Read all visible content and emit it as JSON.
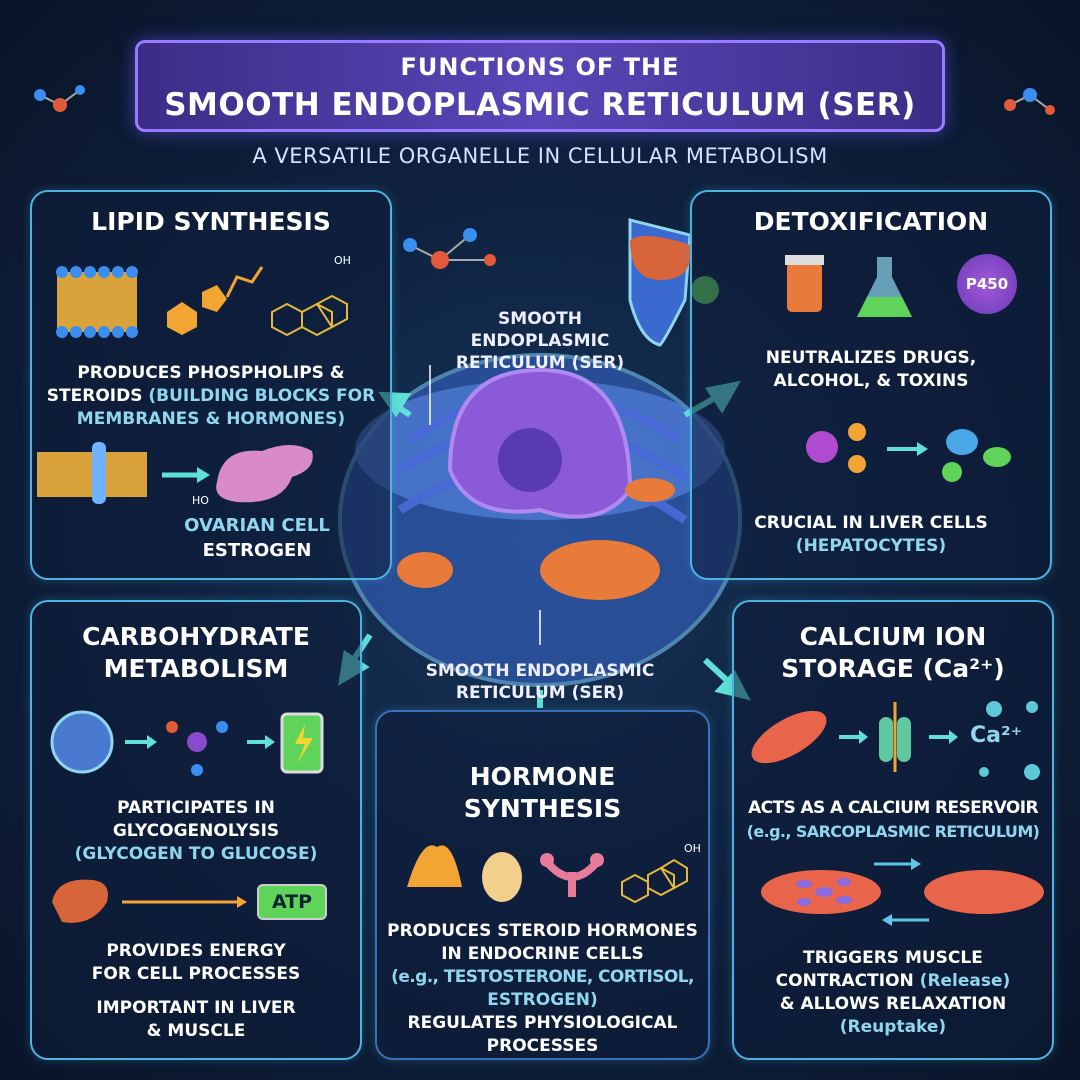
{
  "header": {
    "title_line1": "FUNCTIONS OF THE",
    "title_line2": "SMOOTH ENDOPLASMIC RETICULUM (SER)",
    "subtitle": "A VERSATILE ORGANELLE IN CELLULAR METABOLISM"
  },
  "center": {
    "label_top": "SMOOTH ENDOPLASMIC RETICULUM (SER)",
    "label_bottom": "SMOOTH ENDOPLASMIC RETICULUM (SER)"
  },
  "panels": {
    "lipid": {
      "title": "LIPID SYNTHESIS",
      "text1": "PRODUCES PHOSPHOLIPS &",
      "text2a": "STEROIDS ",
      "text2b": "(BUILDING BLOCKS FOR",
      "text3": "MEMBRANES & HORMONES)",
      "oh": "OH",
      "ho": "HO",
      "caption1": "OVARIAN CELL",
      "caption2": "ESTROGEN"
    },
    "detox": {
      "title": "DETOXIFICATION",
      "badge": "P450",
      "text1": "NEUTRALIZES DRUGS,",
      "text2": "ALCOHOL, & TOXINS",
      "text3": "CRUCIAL IN LIVER CELLS",
      "text4": "(HEPATOCYTES)"
    },
    "carb": {
      "title1": "CARBOHYDRATE",
      "title2": "METABOLISM",
      "text1": "PARTICIPATES IN",
      "text2": "GLYCOGENOLYSIS",
      "text3": "(GLYCOGEN TO GLUCOSE)",
      "atp": "ATP",
      "text4": "PROVIDES ENERGY",
      "text5": "FOR CELL PROCESSES",
      "text6": "IMPORTANT IN LIVER",
      "text7": "& MUSCLE"
    },
    "hormone": {
      "title1": "HORMONE",
      "title2": "SYNTHESIS",
      "oh": "OH",
      "text1": "PRODUCES STEROID HORMONES",
      "text2": "IN ENDOCRINE CELLS",
      "text3": "(e.g., TESTOSTERONE, CORTISOL,",
      "text4": "ESTROGEN)",
      "text5": "REGULATES PHYSIOLOGICAL",
      "text6": "PROCESSES"
    },
    "calcium": {
      "title1": "CALCIUM ION",
      "title2": "STORAGE (Ca²⁺)",
      "ion": "Ca²⁺",
      "text1": "ACTS AS A CALCIUM RESERVOIR",
      "text2": "(e.g., SARCOPLASMIC RETICULUM)",
      "text3": "TRIGGERS MUSCLE",
      "text4a": "CONTRACTION ",
      "text4b": "(Release)",
      "text5": "& ALLOWS RELAXATION",
      "text6": "(Reuptake)"
    }
  },
  "colors": {
    "accent": "#4fb3e0",
    "banner": "#5a46b8",
    "arrow": "#5fe0d8"
  }
}
